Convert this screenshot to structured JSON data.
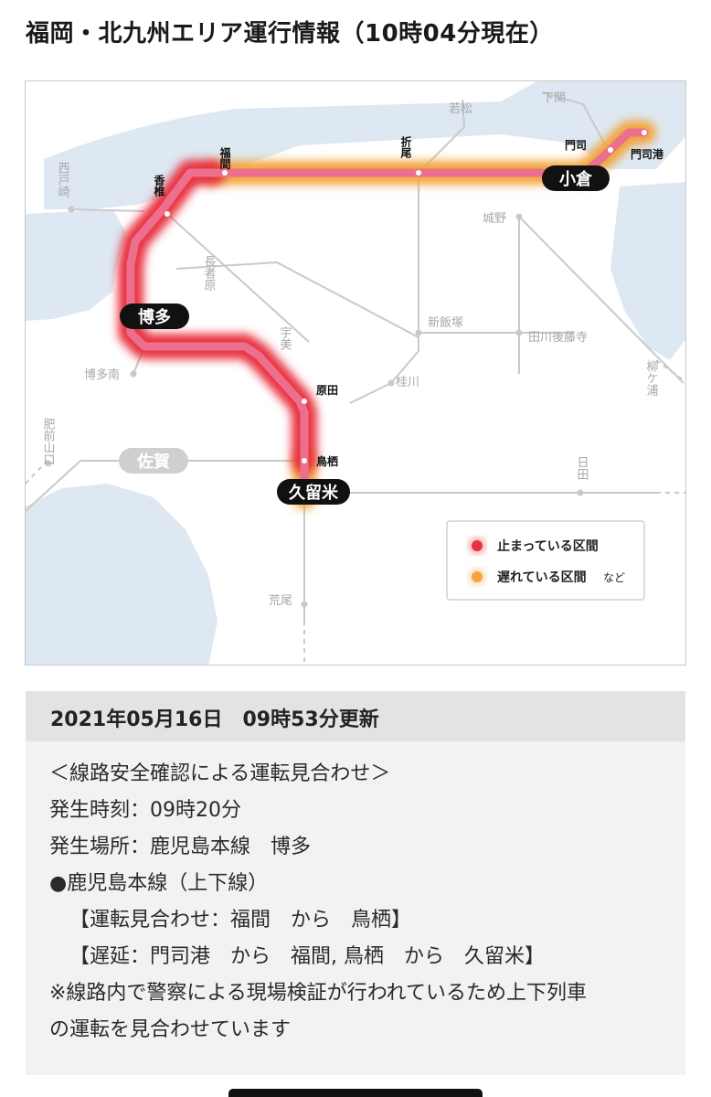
{
  "header": {
    "title": "福岡・北九州エリア運行情報（10時04分現在）"
  },
  "map": {
    "colors": {
      "stopped": "#e8323f",
      "delayed": "#f2a43a",
      "line": "#ec6f8d",
      "sea": "#dde8f3",
      "rail": "#c9c9c9"
    },
    "major_stations": {
      "kokura": "小倉",
      "hakata": "博多",
      "kurume": "久留米",
      "saga": "佐賀"
    },
    "stations": {
      "fukuma": "福間",
      "kashii": "香椎",
      "orio": "折尾",
      "moji": "門司",
      "mojiko": "門司港",
      "harada": "原田",
      "tosu": "鳥栖"
    },
    "minor_stations": {
      "wakamatsu": "若松",
      "shimonoseki": "下関",
      "saitozaki": "西戸崎",
      "jono": "城野",
      "nagasabaru": "長者原",
      "umi": "宇美",
      "shiniizuka": "新飯塚",
      "tagawagotoji": "田川後藤寺",
      "hakataminami": "博多南",
      "keisen": "桂川",
      "yanagiura": "柳ケ浦",
      "hizenyamaguchi": "肥前山口",
      "hita": "日田",
      "arao": "荒尾"
    },
    "legend": {
      "stopped_label": "止まっている区間",
      "delayed_label": "遅れている区間",
      "delayed_suffix": "など"
    }
  },
  "info": {
    "updated": "2021年05月16日　09時53分更新",
    "lines": [
      "＜線路安全確認による運転見合わせ＞",
      "発生時刻：09時20分",
      "発生場所：鹿児島本線　博多",
      "●鹿児島本線（上下線）",
      "【運転見合わせ：福間　から　鳥栖】",
      "【遅延：門司港　から　福間,  鳥栖　から　久留米】",
      "※線路内で警察による現場検証が行われているため上下列車",
      "の運転を見合わせています"
    ]
  }
}
